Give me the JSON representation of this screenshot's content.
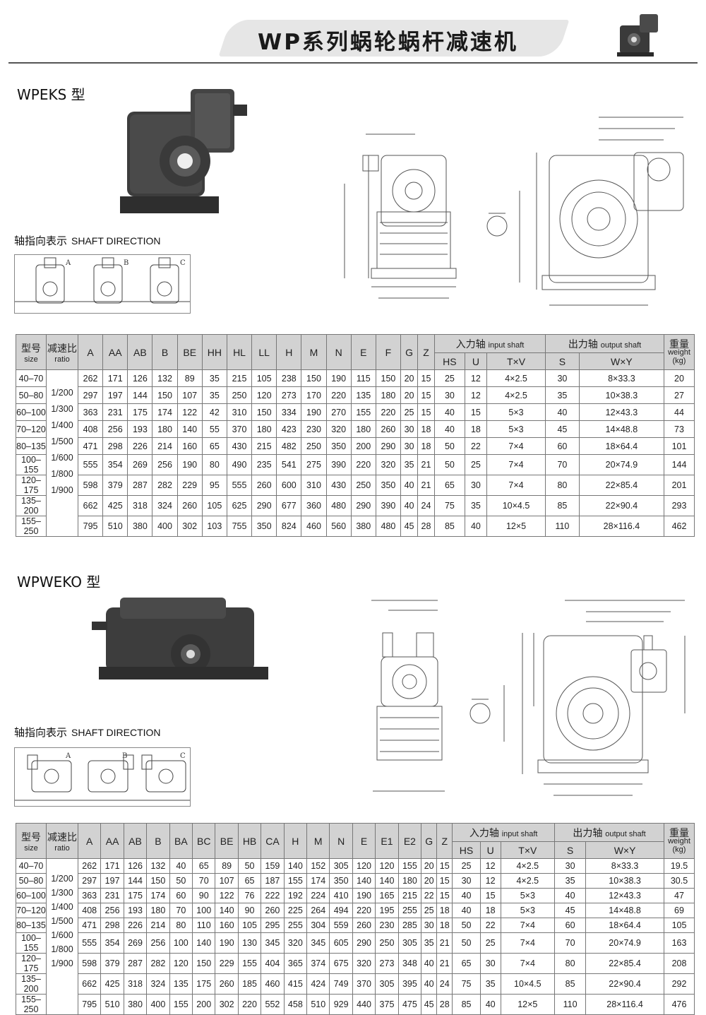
{
  "header": {
    "title": "WP系列蜗轮蜗杆减速机"
  },
  "wpeks": {
    "title": "WPEKS 型",
    "shaft_title_cn": "轴指向表示",
    "shaft_title_en": "SHAFT DIRECTION",
    "shaft_labels": [
      "A",
      "B",
      "C"
    ],
    "table": {
      "head_row1": [
        "型号",
        "减速比",
        "A",
        "AA",
        "AB",
        "B",
        "BE",
        "HH",
        "HL",
        "LL",
        "H",
        "M",
        "N",
        "E",
        "F",
        "G",
        "Z"
      ],
      "head_row1_en": [
        "size",
        "ratio"
      ],
      "input_cn": "入力轴",
      "input_en": "input shaft",
      "output_cn": "出力轴",
      "output_en": "output shaft",
      "weight_cn": "重量",
      "weight_en": "weight",
      "weight_unit": "(kg)",
      "head_row2": [
        "HS",
        "U",
        "T×V",
        "S",
        "W×Y"
      ],
      "ratios": [
        "1/200",
        "1/300",
        "1/400",
        "1/500",
        "1/600",
        "1/800",
        "1/900"
      ],
      "rows": [
        [
          "40–70",
          "262",
          "171",
          "126",
          "132",
          "89",
          "35",
          "215",
          "105",
          "238",
          "150",
          "190",
          "115",
          "150",
          "20",
          "15",
          "25",
          "12",
          "4×2.5",
          "30",
          "8×33.3",
          "20"
        ],
        [
          "50–80",
          "297",
          "197",
          "144",
          "150",
          "107",
          "35",
          "250",
          "120",
          "273",
          "170",
          "220",
          "135",
          "180",
          "20",
          "15",
          "30",
          "12",
          "4×2.5",
          "35",
          "10×38.3",
          "27"
        ],
        [
          "60–100",
          "363",
          "231",
          "175",
          "174",
          "122",
          "42",
          "310",
          "150",
          "334",
          "190",
          "270",
          "155",
          "220",
          "25",
          "15",
          "40",
          "15",
          "5×3",
          "40",
          "12×43.3",
          "44"
        ],
        [
          "70–120",
          "408",
          "256",
          "193",
          "180",
          "140",
          "55",
          "370",
          "180",
          "423",
          "230",
          "320",
          "180",
          "260",
          "30",
          "18",
          "40",
          "18",
          "5×3",
          "45",
          "14×48.8",
          "73"
        ],
        [
          "80–135",
          "471",
          "298",
          "226",
          "214",
          "160",
          "65",
          "430",
          "215",
          "482",
          "250",
          "350",
          "200",
          "290",
          "30",
          "18",
          "50",
          "22",
          "7×4",
          "60",
          "18×64.4",
          "101"
        ],
        [
          "100–155",
          "555",
          "354",
          "269",
          "256",
          "190",
          "80",
          "490",
          "235",
          "541",
          "275",
          "390",
          "220",
          "320",
          "35",
          "21",
          "50",
          "25",
          "7×4",
          "70",
          "20×74.9",
          "144"
        ],
        [
          "120–175",
          "598",
          "379",
          "287",
          "282",
          "229",
          "95",
          "555",
          "260",
          "600",
          "310",
          "430",
          "250",
          "350",
          "40",
          "21",
          "65",
          "30",
          "7×4",
          "80",
          "22×85.4",
          "201"
        ],
        [
          "135–200",
          "662",
          "425",
          "318",
          "324",
          "260",
          "105",
          "625",
          "290",
          "677",
          "360",
          "480",
          "290",
          "390",
          "40",
          "24",
          "75",
          "35",
          "10×4.5",
          "85",
          "22×90.4",
          "293"
        ],
        [
          "155–250",
          "795",
          "510",
          "380",
          "400",
          "302",
          "103",
          "755",
          "350",
          "824",
          "460",
          "560",
          "380",
          "480",
          "45",
          "28",
          "85",
          "40",
          "12×5",
          "110",
          "28×116.4",
          "462"
        ]
      ]
    }
  },
  "wpweko": {
    "title": "WPWEKO 型",
    "shaft_title_cn": "轴指向表示",
    "shaft_title_en": "SHAFT DIRECTION",
    "shaft_labels": [
      "A",
      "B",
      "C"
    ],
    "table": {
      "head_row1": [
        "型号",
        "减速比",
        "A",
        "AA",
        "AB",
        "B",
        "BA",
        "BC",
        "BE",
        "HB",
        "CA",
        "H",
        "M",
        "N",
        "E",
        "E1",
        "E2",
        "G",
        "Z"
      ],
      "head_row1_en": [
        "size",
        "ratio"
      ],
      "input_cn": "入力轴",
      "input_en": "input shaft",
      "output_cn": "出力轴",
      "output_en": "output shaft",
      "weight_cn": "重量",
      "weight_en": "weight",
      "weight_unit": "(kg)",
      "head_row2": [
        "HS",
        "U",
        "T×V",
        "S",
        "W×Y"
      ],
      "ratios": [
        "1/200",
        "1/300",
        "1/400",
        "1/500",
        "1/600",
        "1/800",
        "1/900"
      ],
      "rows": [
        [
          "40–70",
          "262",
          "171",
          "126",
          "132",
          "40",
          "65",
          "89",
          "50",
          "159",
          "140",
          "152",
          "305",
          "120",
          "120",
          "155",
          "20",
          "15",
          "25",
          "12",
          "4×2.5",
          "30",
          "8×33.3",
          "19.5"
        ],
        [
          "50–80",
          "297",
          "197",
          "144",
          "150",
          "50",
          "70",
          "107",
          "65",
          "187",
          "155",
          "174",
          "350",
          "140",
          "140",
          "180",
          "20",
          "15",
          "30",
          "12",
          "4×2.5",
          "35",
          "10×38.3",
          "30.5"
        ],
        [
          "60–100",
          "363",
          "231",
          "175",
          "174",
          "60",
          "90",
          "122",
          "76",
          "222",
          "192",
          "224",
          "410",
          "190",
          "165",
          "215",
          "22",
          "15",
          "40",
          "15",
          "5×3",
          "40",
          "12×43.3",
          "47"
        ],
        [
          "70–120",
          "408",
          "256",
          "193",
          "180",
          "70",
          "100",
          "140",
          "90",
          "260",
          "225",
          "264",
          "494",
          "220",
          "195",
          "255",
          "25",
          "18",
          "40",
          "18",
          "5×3",
          "45",
          "14×48.8",
          "69"
        ],
        [
          "80–135",
          "471",
          "298",
          "226",
          "214",
          "80",
          "110",
          "160",
          "105",
          "295",
          "255",
          "304",
          "559",
          "260",
          "230",
          "285",
          "30",
          "18",
          "50",
          "22",
          "7×4",
          "60",
          "18×64.4",
          "105"
        ],
        [
          "100–155",
          "555",
          "354",
          "269",
          "256",
          "100",
          "140",
          "190",
          "130",
          "345",
          "320",
          "345",
          "605",
          "290",
          "250",
          "305",
          "35",
          "21",
          "50",
          "25",
          "7×4",
          "70",
          "20×74.9",
          "163"
        ],
        [
          "120–175",
          "598",
          "379",
          "287",
          "282",
          "120",
          "150",
          "229",
          "155",
          "404",
          "365",
          "374",
          "675",
          "320",
          "273",
          "348",
          "40",
          "21",
          "65",
          "30",
          "7×4",
          "80",
          "22×85.4",
          "208"
        ],
        [
          "135–200",
          "662",
          "425",
          "318",
          "324",
          "135",
          "175",
          "260",
          "185",
          "460",
          "415",
          "424",
          "749",
          "370",
          "305",
          "395",
          "40",
          "24",
          "75",
          "35",
          "10×4.5",
          "85",
          "22×90.4",
          "292"
        ],
        [
          "155–250",
          "795",
          "510",
          "380",
          "400",
          "155",
          "200",
          "302",
          "220",
          "552",
          "458",
          "510",
          "929",
          "440",
          "375",
          "475",
          "45",
          "28",
          "85",
          "40",
          "12×5",
          "110",
          "28×116.4",
          "476"
        ]
      ]
    }
  }
}
